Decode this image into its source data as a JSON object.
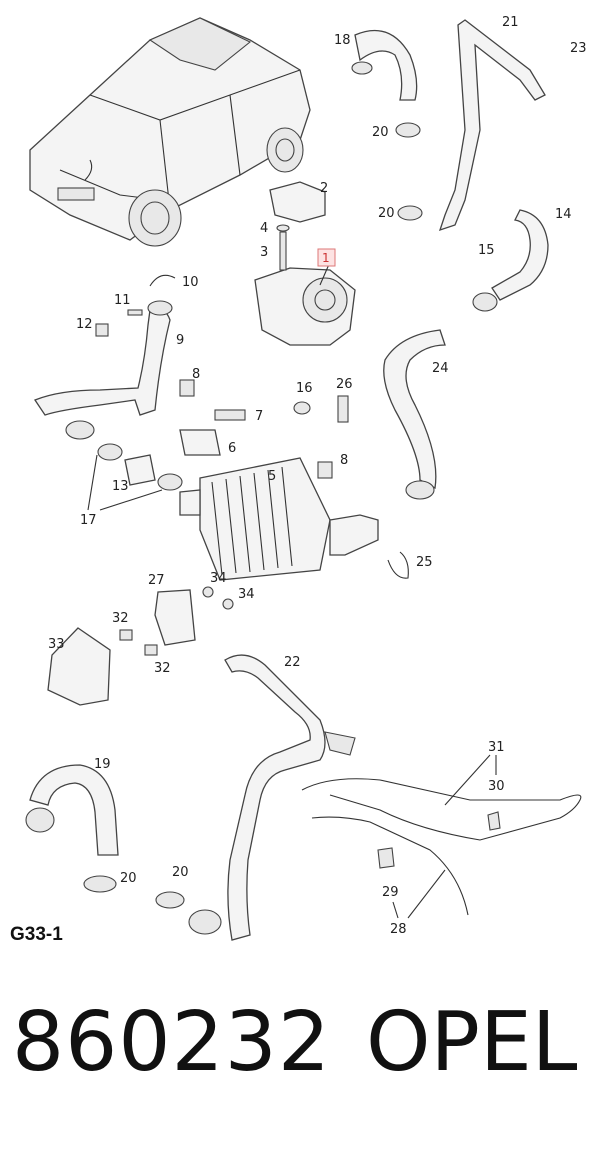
{
  "figure_code": "G33-1",
  "part_number": "860232",
  "brand": "OPEL",
  "highlight_color": "#fde3e3",
  "callouts": {
    "c1": "1",
    "c2": "2",
    "c3": "3",
    "c4": "4",
    "c5": "5",
    "c6": "6",
    "c7": "7",
    "c8a": "8",
    "c8b": "8",
    "c9": "9",
    "c10": "10",
    "c11": "11",
    "c12": "12",
    "c13": "13",
    "c14": "14",
    "c15": "15",
    "c16": "16",
    "c17": "17",
    "c18": "18",
    "c19": "19",
    "c20a": "20",
    "c20b": "20",
    "c20c": "20",
    "c20d": "20",
    "c21": "21",
    "c22": "22",
    "c23": "23",
    "c24": "24",
    "c25": "25",
    "c26": "26",
    "c27": "27",
    "c28": "28",
    "c29": "29",
    "c30": "30",
    "c31": "31",
    "c32a": "32",
    "c32b": "32",
    "c33": "33",
    "c34a": "34",
    "c34b": "34"
  }
}
